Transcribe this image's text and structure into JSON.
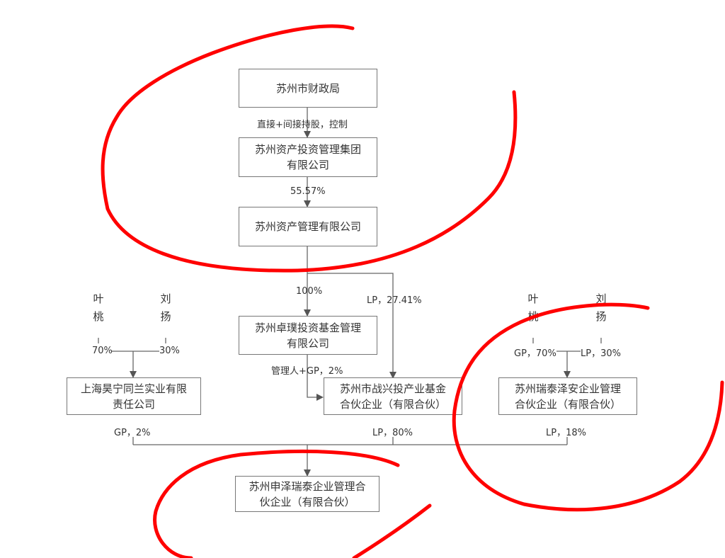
{
  "boxes": {
    "suzhou_finance_bureau": "苏州市财政局",
    "suzhou_asset_group": "苏州资产投资管理集团\n有限公司",
    "suzhou_asset_mgmt": "苏州资产管理有限公司",
    "zhuopu_fund_mgmt": "苏州卓璞投资基金管理\n有限公司",
    "shanghai_haoning": "上海昊宁同兰实业有限\n责任公司",
    "zhanxing_fund": "苏州市战兴投产业基金\n合伙企业（有限合伙）",
    "ruitai_zean": "苏州瑞泰泽安企业管理\n合伙企业（有限合伙）",
    "shenze_ruitai": "苏州申泽瑞泰企业管理合\n伙企业（有限合伙）"
  },
  "persons": {
    "left_ye": "叶\n桃",
    "left_liu": "刘\n扬",
    "right_ye": "叶\n桃",
    "right_liu": "刘\n扬"
  },
  "edges": {
    "control": "直接+间接持股，控制",
    "pct_5557": "55.57%",
    "pct_100": "100%",
    "lp_2741": "LP，27.41%",
    "left_70": "70%",
    "left_30": "30%",
    "gp_manager": "管理人+GP，2%",
    "right_gp70": "GP，70%",
    "right_lp30": "LP，30%",
    "gp_2": "GP，2%",
    "lp_80": "LP，80%",
    "lp_18": "LP，18%"
  },
  "colors": {
    "line": "#666666",
    "annotation": "#ff0000"
  }
}
